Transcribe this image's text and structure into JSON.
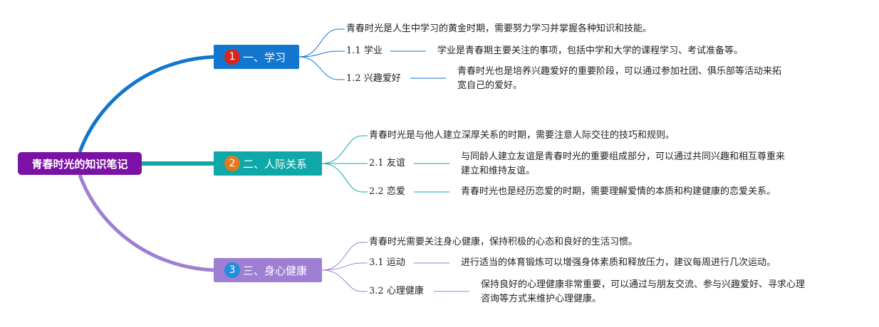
{
  "root": {
    "label": "青春时光的知识笔记"
  },
  "branches": [
    {
      "number": "1",
      "label": "一、学习",
      "color": "#1276cf",
      "badge_color": "#d9261c",
      "summary": "青春时光是人生中学习的黄金时期，需要努力学习并掌握各种知识和技能。",
      "subs": [
        {
          "code": "1.1",
          "title": "学业",
          "lines": [
            "学业是青春期主要关注的事项，包括中学和大学的课程学习、考试准备等。"
          ]
        },
        {
          "code": "1.2",
          "title": "兴趣爱好",
          "lines": [
            "青春时光也是培养兴趣爱好的重要阶段，可以通过参加社团、俱乐部等活动来拓",
            "宽自己的爱好。"
          ]
        }
      ]
    },
    {
      "number": "2",
      "label": "二、人际关系",
      "color": "#0fa8a8",
      "badge_color": "#e07a20",
      "summary": "青春时光是与他人建立深厚关系的时期，需要注意人际交往的技巧和规则。",
      "subs": [
        {
          "code": "2.1",
          "title": "友谊",
          "lines": [
            "与同龄人建立友谊是青春时光的重要组成部分，可以通过共同兴趣和相互尊重来",
            "建立和维持友谊。"
          ]
        },
        {
          "code": "2.2",
          "title": "恋爱",
          "lines": [
            "青春时光也是经历恋爱的时期，需要理解爱情的本质和构建健康的恋爱关系。"
          ]
        }
      ]
    },
    {
      "number": "3",
      "label": "三、身心健康",
      "color": "#9e7fd4",
      "badge_color": "#1f8fe0",
      "summary": "青春时光需要关注身心健康，保持积极的心态和良好的生活习惯。",
      "subs": [
        {
          "code": "3.1",
          "title": "运动",
          "lines": [
            "进行适当的体育锻炼可以增强身体素质和释放压力，建议每周进行几次运动。"
          ]
        },
        {
          "code": "3.2",
          "title": "心理健康",
          "lines": [
            "保持良好的心理健康非常重要，可以通过与朋友交流、参与兴趣爱好、寻求心理",
            "咨询等方式来维护心理健康。"
          ]
        }
      ]
    }
  ]
}
